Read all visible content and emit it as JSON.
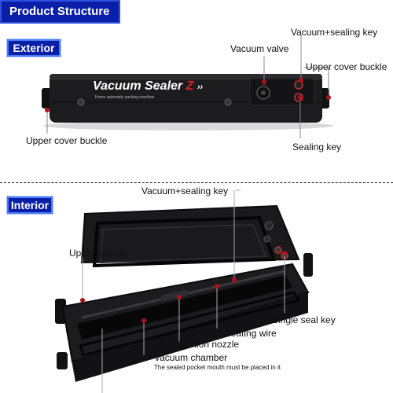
{
  "header": {
    "title": "Product Structure"
  },
  "exterior": {
    "pill": "Exterior",
    "brand": "Vacuum Sealer",
    "brand_badge": "Z",
    "brand_subtitle": "Home automatic packing machine",
    "callouts": {
      "vacuum_sealing_key": "Vacuum+sealing key",
      "vacuum_valve": "Vacuum valve",
      "upper_cover_buckle_right": "Upper cover buckle",
      "upper_cover_buckle_left": "Upper cover buckle",
      "sealing_key": "Sealing key"
    }
  },
  "interior": {
    "pill": "Interior",
    "callouts": {
      "vacuum_sealing_key": "Vacuum+sealing key",
      "upper_gasket": "Upper gasket",
      "single_seal_key": "Single seal key",
      "heating_wire": "Heating wire",
      "suction_nozzle": "Suction nozzle",
      "vacuum_chamber": "Vacuum chamber",
      "vacuum_chamber_note": "The sealed pocket mouth must be placed in it"
    }
  },
  "colors": {
    "header_blue": "#0a1fa8",
    "callout_dot": "#b0101a",
    "device_body": "#1c1c1f"
  }
}
